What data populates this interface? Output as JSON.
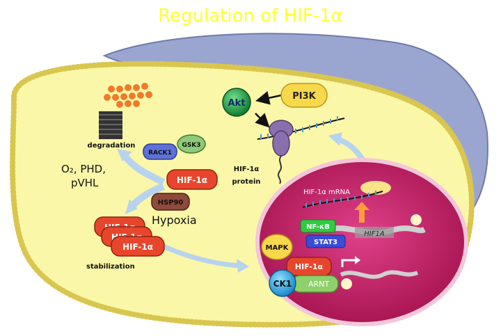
{
  "title": "Regulation of HIF-1α",
  "labels": {
    "degradation": "degradation",
    "o2_line1": "O₂, PHD,",
    "o2_line2": "pVHL",
    "hypoxia": "Hypoxia",
    "stabilization": "stabilization",
    "hif_protein_line1": "HIF-1α",
    "hif_protein_line2": "protein",
    "hif_mrna": "HIF-1α mRNA",
    "hif1a_gene": "HIF1A"
  },
  "molecules": {
    "rack1": "RACK1",
    "gsk3": "GSK3",
    "hif1a_top": "HIF-1α",
    "hsp90": "HSP90",
    "hif1a_stack_a": "HIF-1α",
    "hif1a_stack_b": "HIF-1α",
    "hif1a_stack_c": "HIF-1α",
    "akt": "Akt",
    "pi3k": "PI3K",
    "nfkb": "NF-κB",
    "stat3": "STAT3",
    "mapk": "MAPK",
    "hif1a_nucleus": "HIF-1α",
    "arnt": "ARNT",
    "ck1": "CK1"
  },
  "colors": {
    "title": "#ffff33",
    "cytoplasm": "#fbf7a8",
    "nucleus": "#c2185b",
    "hif": "#e8462c",
    "arrow": "#b7d3ee"
  }
}
